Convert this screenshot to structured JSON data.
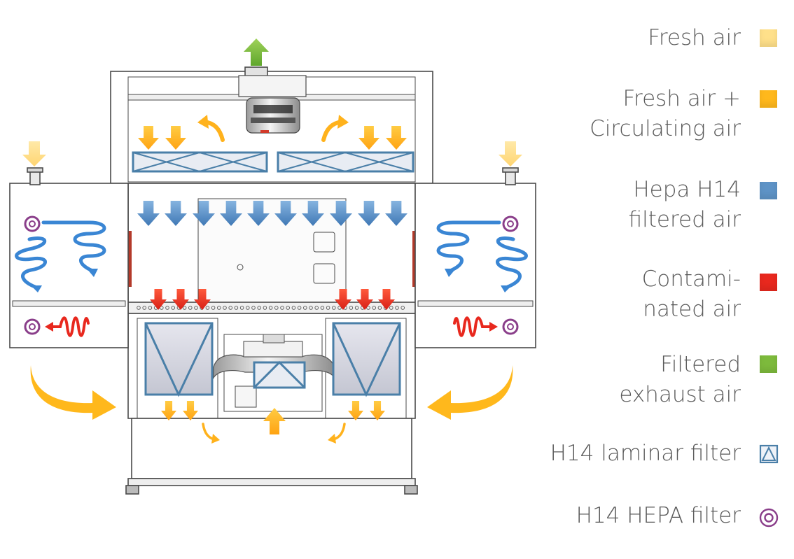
{
  "legend": [
    {
      "key": "fresh_air",
      "lines": [
        "Fresh air"
      ],
      "color": "#FFE08A",
      "symbol": "swatch"
    },
    {
      "key": "fresh_plus_circulating",
      "lines": [
        "Fresh air +",
        "Circulating air"
      ],
      "color": "#FFB81C",
      "symbol": "swatch"
    },
    {
      "key": "hepa_filtered",
      "lines": [
        "Hepa H14",
        "filtered air"
      ],
      "color": "#5E93C6",
      "symbol": "swatch"
    },
    {
      "key": "contaminated",
      "lines": [
        "Contami-",
        "nated air"
      ],
      "color": "#E8281E",
      "symbol": "swatch"
    },
    {
      "key": "filtered_exhaust",
      "lines": [
        "Filtered",
        "exhaust air"
      ],
      "color": "#7DBA3C",
      "symbol": "swatch"
    },
    {
      "key": "laminar_filter",
      "lines": [
        "H14 laminar filter"
      ],
      "color": "#4A7FA8",
      "symbol": "laminar-filter-icon"
    },
    {
      "key": "hepa_filter",
      "lines": [
        "H14 HEPA filter"
      ],
      "color": "#8A3E8A",
      "symbol": "hepa-filter-icon"
    }
  ],
  "colors": {
    "fresh_air": "#FFE08A",
    "mixed_air": "#FFB81C",
    "filtered_air": "#5E93C6",
    "contaminated_air": "#E8281E",
    "exhaust_air": "#7DBA3C",
    "outline": "#555555",
    "filter_frame": "#4A7FA8",
    "hepa_ring": "#8A3E8A"
  }
}
